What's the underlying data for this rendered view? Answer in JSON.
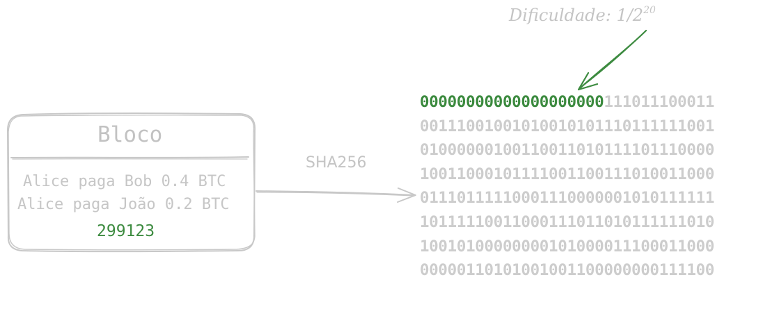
{
  "colors": {
    "sketch_gray": "#c8c8c8",
    "text_gray": "#c4c4c4",
    "accent_green": "#3d8b40"
  },
  "block": {
    "title": "Bloco",
    "transactions": [
      "Alice paga Bob 0.4 BTC",
      "Alice paga João 0.2 BTC"
    ],
    "nonce": "299123"
  },
  "hash_function_label": "SHA256",
  "difficulty": {
    "label": "Dificuldade: 1/2",
    "exponent": "20"
  },
  "hash_output": {
    "rows": [
      {
        "prefix": "00000000000000000000",
        "rest": "111011100011"
      },
      {
        "prefix": "",
        "rest": "00111001001010010101110111111001"
      },
      {
        "prefix": "",
        "rest": "01000000100110011010111101110000"
      },
      {
        "prefix": "",
        "rest": "10011000101111001100111010011000"
      },
      {
        "prefix": "",
        "rest": "01110111110001110000001010111111"
      },
      {
        "prefix": "",
        "rest": "10111110011000111011010111111010"
      },
      {
        "prefix": "",
        "rest": "10010100000000101000011100011000"
      },
      {
        "prefix": "",
        "rest": "00000110101001001100000000111100"
      }
    ]
  }
}
